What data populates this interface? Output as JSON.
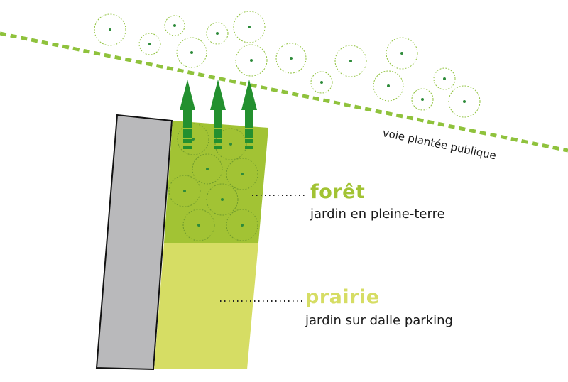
{
  "road_label": "voie plantée publique",
  "zones": [
    {
      "title": "forêt",
      "subtitle": "jardin en pleine-terre",
      "color": "#a2c334"
    },
    {
      "title": "prairie",
      "subtitle": "jardin sur dalle parking",
      "color": "#d6dd64"
    }
  ],
  "colors": {
    "road": "#8fc23c",
    "arrow": "#23902f",
    "tree": "#2e8b3a",
    "building": "#b9b9bb"
  }
}
